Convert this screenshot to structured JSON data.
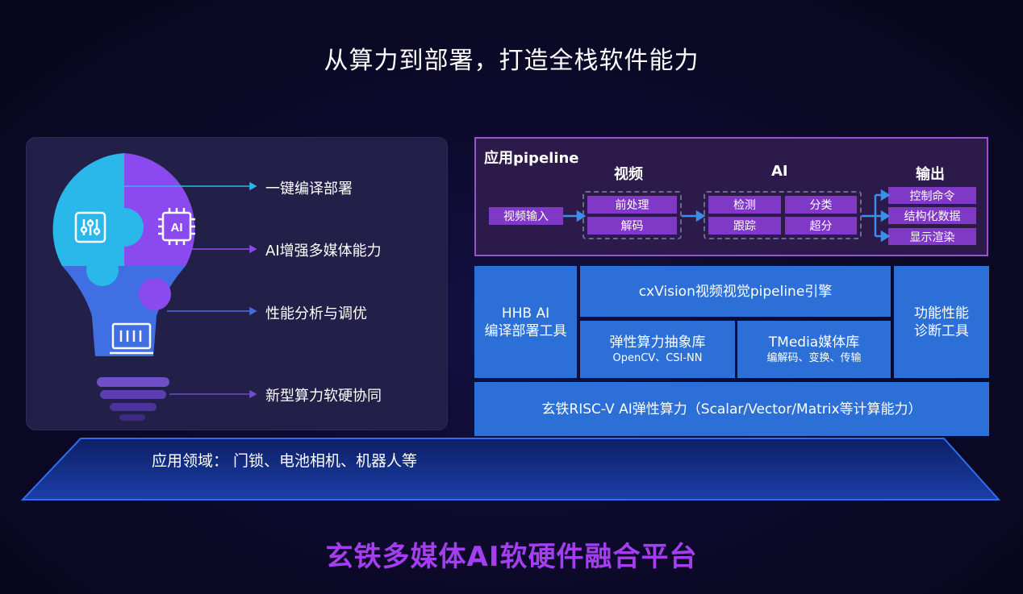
{
  "title": "从算力到部署，打造全栈软件能力",
  "left_panel": {
    "features": [
      "一键编译部署",
      "AI增强多媒体能力",
      "性能分析与调优",
      "新型算力软硬协同"
    ],
    "ai_chip_label": "AI"
  },
  "application_domains": "应用领域： 门锁、电池相机、机器人等",
  "pipeline": {
    "title": "应用pipeline",
    "columns": {
      "video": "视频",
      "ai": "AI",
      "output": "输出"
    },
    "input": "视频输入",
    "video_steps": [
      "前处理",
      "解码"
    ],
    "ai_steps": [
      "检测",
      "分类",
      "跟踪",
      "超分"
    ],
    "outputs": [
      "控制命令",
      "结构化数据",
      "显示渲染"
    ]
  },
  "stack": {
    "hhb_line1": "HHB AI",
    "hhb_line2": "编译部署工具",
    "cxvision": "cxVision视频视觉pipeline引擎",
    "elastic_title": "弹性算力抽象库",
    "elastic_sub": "OpenCV、CSI-NN",
    "tmedia_title": "TMedia媒体库",
    "tmedia_sub": "编解码、变换、传输",
    "diag_line1": "功能性能",
    "diag_line2": "诊断工具",
    "base": "玄铁RISC-V AI弹性算力（Scalar/Vector/Matrix等计算能力）"
  },
  "bottom_title": "玄铁多媒体AI软硬件融合平台",
  "colors": {
    "background": "#0d0a2c",
    "bulb_cyan": "#2ab7ea",
    "bulb_purple": "#8a4af0",
    "bulb_blue": "#3f6fe2",
    "stack_blue": "#2c6fd7",
    "pipeline_chip": "#7f39c6",
    "pipeline_border": "#9a53d0",
    "bottom_title": "#a43ef0"
  },
  "icons": [
    "sliders-icon",
    "ai-chip-icon",
    "equalizer-icon",
    "arrow-icon"
  ]
}
